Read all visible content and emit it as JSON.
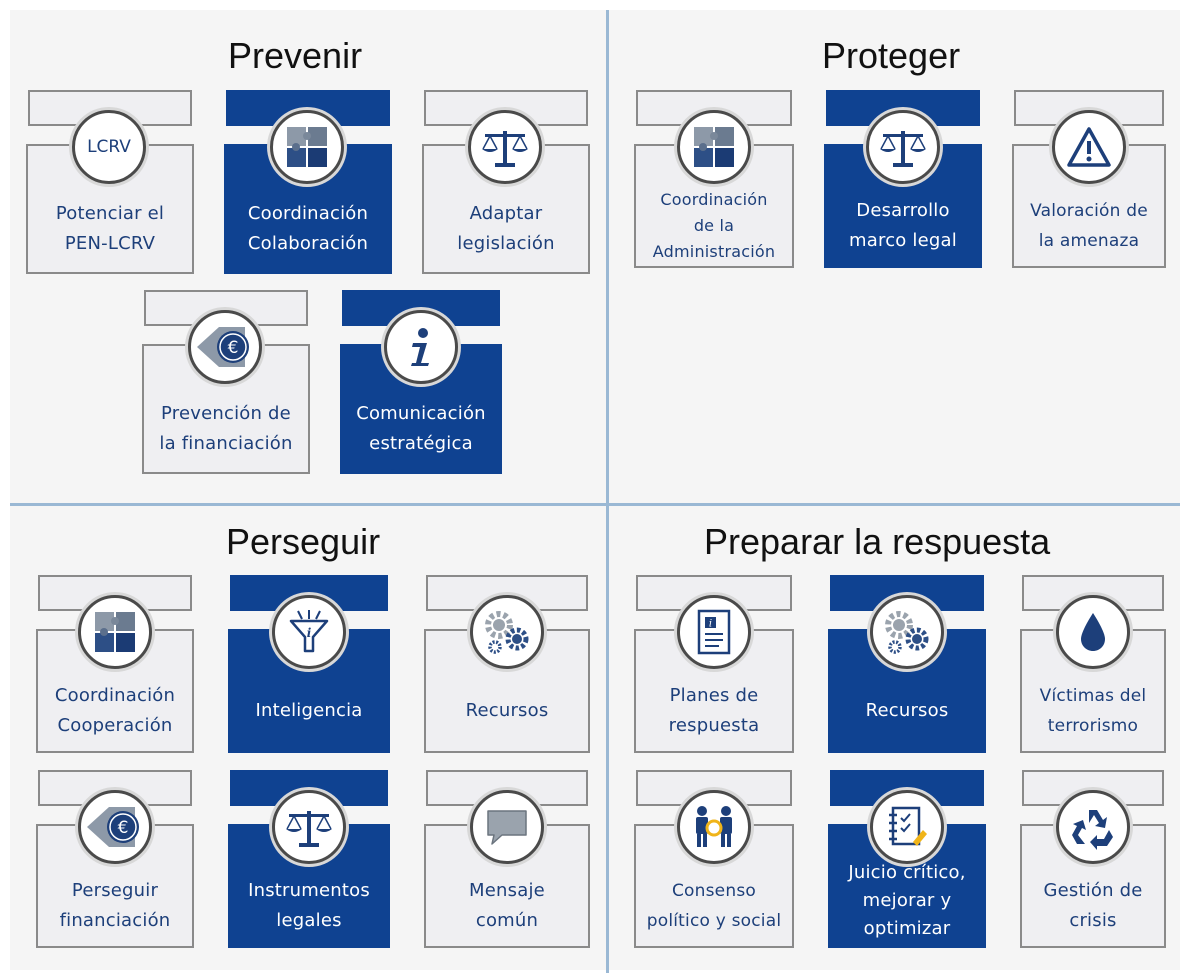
{
  "quadrants": {
    "prevenir": {
      "title": "Prevenir",
      "cards": [
        {
          "label": "Potenciar el\nPEN-LCRV",
          "icon": "lcrv-icon",
          "icon_text": "LCRV"
        },
        {
          "label": "Coordinación\nColaboración",
          "icon": "puzzle-icon"
        },
        {
          "label": "Adaptar\nlegislación",
          "icon": "scales-icon"
        },
        {
          "label": "Prevención de\nla financiación",
          "icon": "euro-coin-icon"
        },
        {
          "label": "Comunicación\nestratégica",
          "icon": "info-icon"
        }
      ]
    },
    "proteger": {
      "title": "Proteger",
      "cards": [
        {
          "label": "Coordinación\nde la\nAdministración",
          "icon": "puzzle-icon"
        },
        {
          "label": "Desarrollo\nmarco legal",
          "icon": "scales-icon"
        },
        {
          "label": "Valoración de\nla amenaza",
          "icon": "warning-icon"
        }
      ]
    },
    "perseguir": {
      "title": "Perseguir",
      "cards": [
        {
          "label": "Coordinación\nCooperación",
          "icon": "puzzle-icon"
        },
        {
          "label": "Inteligencia",
          "icon": "funnel-info-icon"
        },
        {
          "label": "Recursos",
          "icon": "gears-icon"
        },
        {
          "label": "Perseguir\nfinanciación",
          "icon": "euro-coin-icon"
        },
        {
          "label": "Instrumentos\nlegales",
          "icon": "scales-icon"
        },
        {
          "label": "Mensaje\ncomún",
          "icon": "speech-bubble-icon"
        }
      ]
    },
    "preparar": {
      "title": "Preparar la respuesta",
      "cards": [
        {
          "label": "Planes de\nrespuesta",
          "icon": "document-info-icon"
        },
        {
          "label": "Recursos",
          "icon": "gears-icon"
        },
        {
          "label": "Víctimas del\nterrorismo",
          "icon": "drop-icon"
        },
        {
          "label": "Consenso\npolítico y social",
          "icon": "people-ring-icon"
        },
        {
          "label": "Juicio crítico,\nmejorar y\noptimizar",
          "icon": "checklist-icon"
        },
        {
          "label": "Gestión de\ncrisis",
          "icon": "recycle-icon"
        }
      ]
    }
  },
  "colors": {
    "dark_card": "#0f4291",
    "light_card": "#efeff2",
    "divider": "#9ab8d4"
  }
}
